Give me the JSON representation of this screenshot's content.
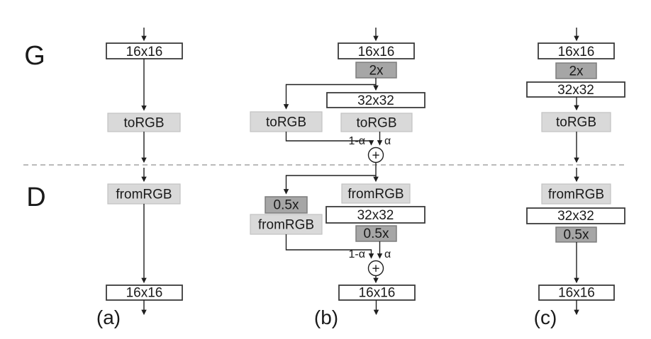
{
  "figure": {
    "section_labels": {
      "generator": "G",
      "discriminator": "D"
    },
    "panel_labels": {
      "a": "(a)",
      "b": "(b)",
      "c": "(c)"
    },
    "blocks": {
      "res_16": "16x16",
      "res_32": "32x32",
      "upsample": "2x",
      "downsample": "0.5x",
      "to_rgb": "toRGB",
      "from_rgb": "fromRGB"
    },
    "blend": {
      "one_minus_alpha": "1-α",
      "alpha": "α",
      "sum": "+"
    },
    "colors": {
      "background": "#ffffff",
      "text": "#1a1a1a",
      "line": "#1f1f1f",
      "divider": "#a3a3a3",
      "white_box_fill": "#ffffff",
      "white_box_border": "#3a3a3a",
      "light_box_fill": "#d9d9d9",
      "light_box_border": "#c2c2c2",
      "dark_box_fill": "#a6a6a6",
      "dark_box_border": "#7d7d7d"
    }
  }
}
